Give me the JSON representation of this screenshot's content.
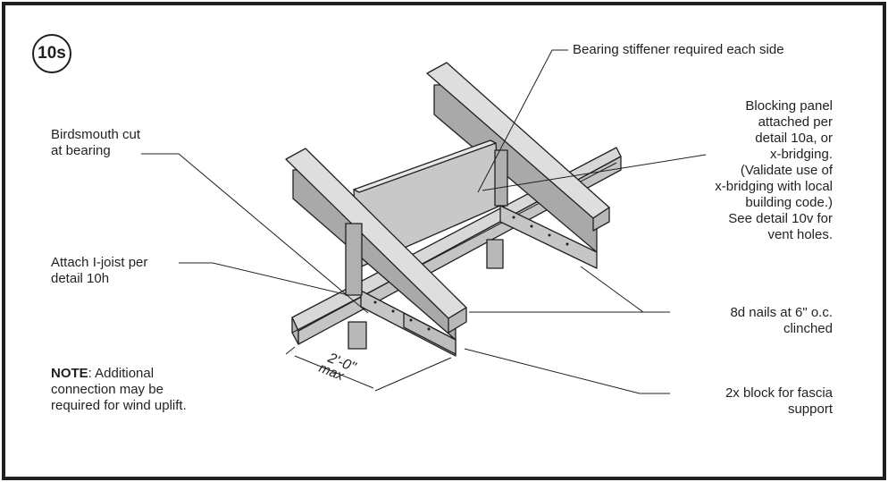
{
  "badge": "10s",
  "labels": {
    "bearing_stiffener": "Bearing stiffener required each side",
    "blocking_panel": "Blocking panel\nattached per\ndetail 10a, or\nx-bridging.\n(Validate use of\nx-bridging with local\nbuilding code.)\nSee detail 10v for\nvent holes.",
    "birdsmouth": "Birdsmouth cut\nat bearing",
    "attach_ijoist": "Attach I-joist per\ndetail 10h",
    "nails": "8d nails at 6\" o.c.\nclinched",
    "block_fascia": "2x block for fascia\nsupport",
    "note_prefix": "NOTE",
    "note_text": ": Additional\nconnection may be\nrequired for wind uplift."
  },
  "dimension": {
    "value": "2'-0\"",
    "qualifier": "max"
  }
}
